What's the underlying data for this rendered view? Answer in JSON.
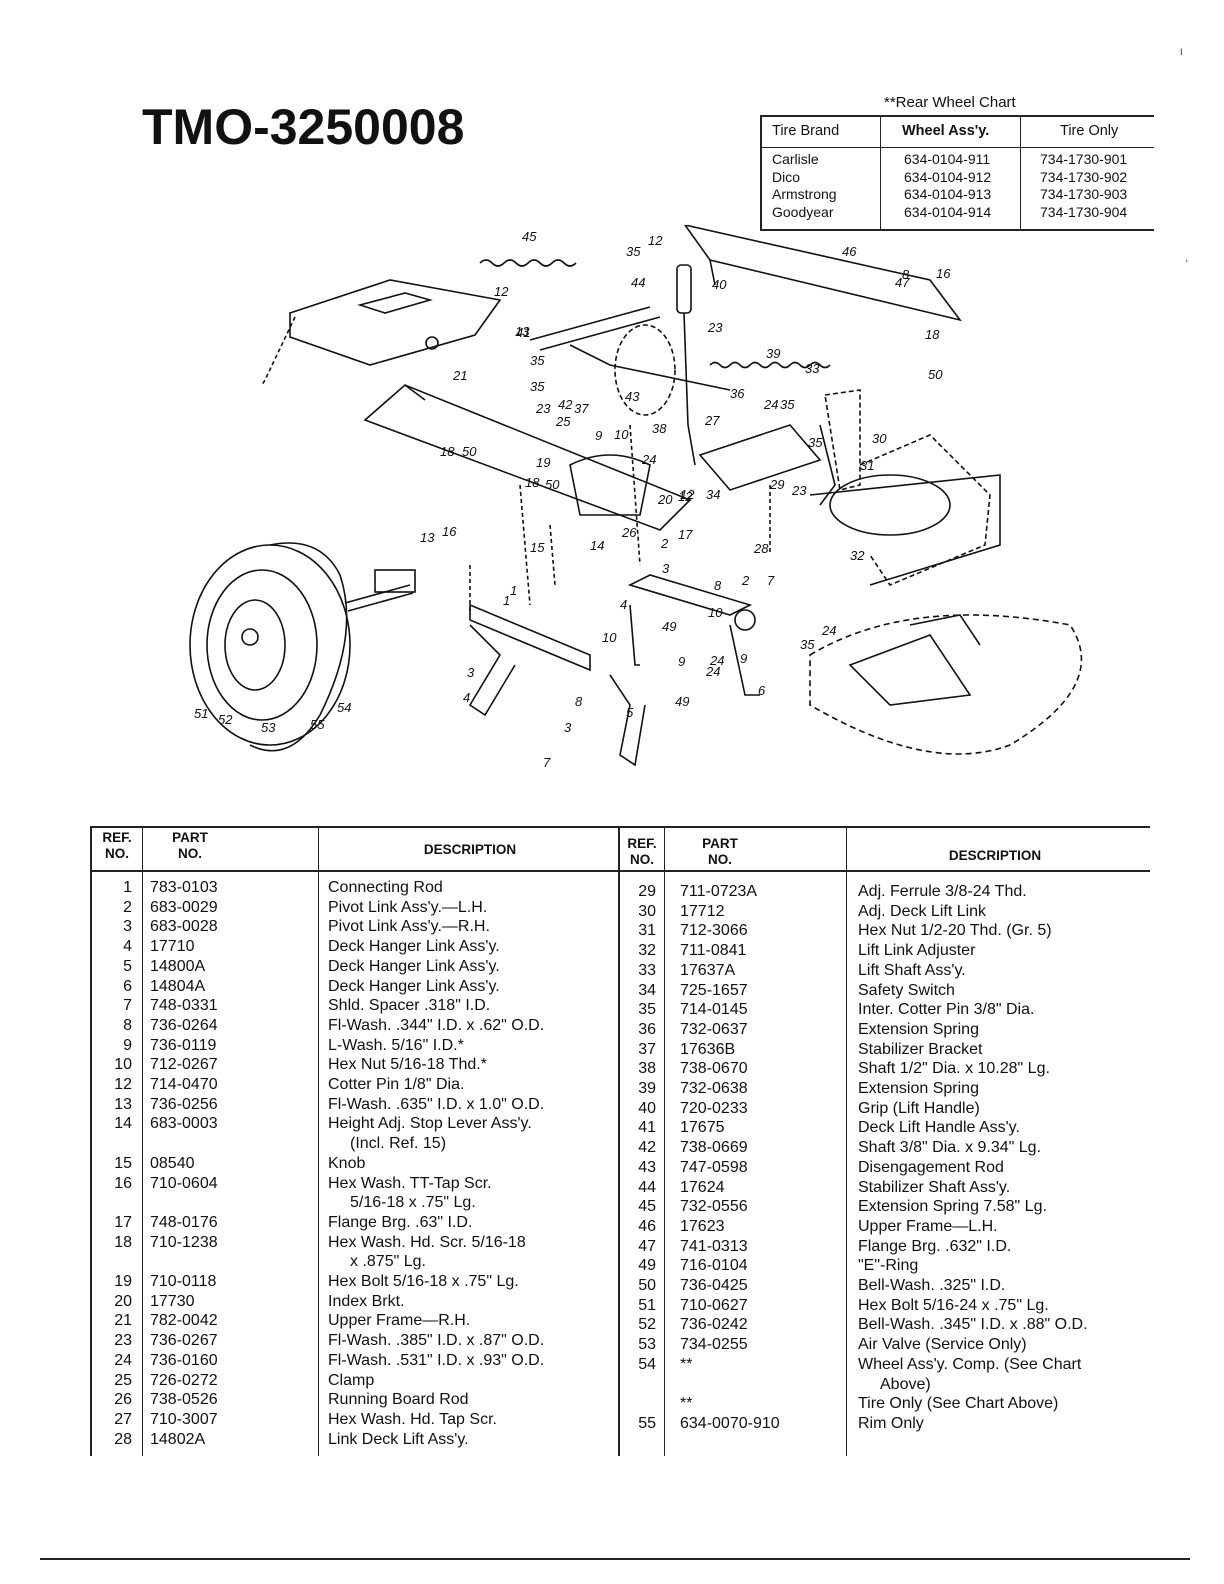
{
  "model_number": "TMO-3250008",
  "wheel_chart": {
    "title": "**Rear Wheel Chart",
    "headers": [
      "Tire Brand",
      "Wheel Ass'y.",
      "Tire Only"
    ],
    "rows": [
      {
        "brand": "Carlisle",
        "wheel": "634-0104-911",
        "tire": "734-1730-901"
      },
      {
        "brand": "Dico",
        "wheel": "634-0104-912",
        "tire": "734-1730-902"
      },
      {
        "brand": "Armstrong",
        "wheel": "634-0104-913",
        "tire": "734-1730-903"
      },
      {
        "brand": "Goodyear",
        "wheel": "634-0104-914",
        "tire": "734-1730-904"
      }
    ]
  },
  "diagram": {
    "callouts": [
      "45",
      "35",
      "12",
      "46",
      "8",
      "16",
      "47",
      "40",
      "44",
      "12",
      "13",
      "23",
      "41",
      "18",
      "50",
      "35",
      "39",
      "33",
      "35",
      "21",
      "43",
      "36",
      "24",
      "35",
      "23",
      "42",
      "37",
      "25",
      "9",
      "10",
      "38",
      "30",
      "27",
      "35",
      "18",
      "50",
      "24",
      "31",
      "19",
      "12",
      "34",
      "29",
      "23",
      "18",
      "50",
      "20",
      "12",
      "13",
      "16",
      "15",
      "26",
      "14",
      "17",
      "28",
      "32",
      "2",
      "3",
      "1",
      "8",
      "2",
      "7",
      "10",
      "4",
      "49",
      "35",
      "24",
      "9",
      "3",
      "10",
      "24",
      "9",
      "4",
      "1",
      "24",
      "6",
      "8",
      "5",
      "49",
      "3",
      "7",
      "51",
      "52",
      "53",
      "55",
      "54"
    ]
  },
  "parts_table": {
    "headers": {
      "ref_no": "REF.\nNO.",
      "part_no": "PART\nNO.",
      "description": "DESCRIPTION"
    },
    "left": [
      {
        "ref": "1",
        "part": "783-0103",
        "desc": "Connecting Rod"
      },
      {
        "ref": "2",
        "part": "683-0029",
        "desc": "Pivot Link Ass'y.—L.H."
      },
      {
        "ref": "3",
        "part": "683-0028",
        "desc": "Pivot Link Ass'y.—R.H."
      },
      {
        "ref": "4",
        "part": "17710",
        "desc": "Deck Hanger Link Ass'y."
      },
      {
        "ref": "5",
        "part": "14800A",
        "desc": "Deck Hanger Link Ass'y."
      },
      {
        "ref": "6",
        "part": "14804A",
        "desc": "Deck Hanger Link Ass'y."
      },
      {
        "ref": "7",
        "part": "748-0331",
        "desc": "Shld. Spacer .318\" I.D."
      },
      {
        "ref": "8",
        "part": "736-0264",
        "desc": "Fl-Wash. .344\" I.D. x .62\" O.D."
      },
      {
        "ref": "9",
        "part": "736-0119",
        "desc": "L-Wash. 5/16\" I.D.*"
      },
      {
        "ref": "10",
        "part": "712-0267",
        "desc": "Hex Nut 5/16-18 Thd.*"
      },
      {
        "ref": "12",
        "part": "714-0470",
        "desc": "Cotter Pin 1/8\" Dia."
      },
      {
        "ref": "13",
        "part": "736-0256",
        "desc": "Fl-Wash. .635\" I.D. x 1.0\" O.D."
      },
      {
        "ref": "14",
        "part": "683-0003",
        "desc": "Height Adj. Stop Lever Ass'y."
      },
      {
        "ref": "",
        "part": "",
        "desc": "(Incl. Ref. 15)",
        "indent": true
      },
      {
        "ref": "15",
        "part": "08540",
        "desc": "Knob"
      },
      {
        "ref": "16",
        "part": "710-0604",
        "desc": "Hex Wash. TT-Tap Scr."
      },
      {
        "ref": "",
        "part": "",
        "desc": "5/16-18 x .75\" Lg.",
        "indent": true
      },
      {
        "ref": "17",
        "part": "748-0176",
        "desc": "Flange Brg. .63\" I.D."
      },
      {
        "ref": "18",
        "part": "710-1238",
        "desc": "Hex Wash. Hd. Scr. 5/16-18"
      },
      {
        "ref": "",
        "part": "",
        "desc": "x .875\" Lg.",
        "indent": true
      },
      {
        "ref": "19",
        "part": "710-0118",
        "desc": "Hex Bolt 5/16-18 x .75\" Lg."
      },
      {
        "ref": "20",
        "part": "17730",
        "desc": "Index Brkt."
      },
      {
        "ref": "21",
        "part": "782-0042",
        "desc": "Upper Frame—R.H."
      },
      {
        "ref": "23",
        "part": "736-0267",
        "desc": "Fl-Wash. .385\" I.D. x .87\" O.D."
      },
      {
        "ref": "24",
        "part": "736-0160",
        "desc": "Fl-Wash. .531\" I.D. x .93\" O.D."
      },
      {
        "ref": "25",
        "part": "726-0272",
        "desc": "Clamp"
      },
      {
        "ref": "26",
        "part": "738-0526",
        "desc": "Running Board Rod"
      },
      {
        "ref": "27",
        "part": "710-3007",
        "desc": "Hex Wash. Hd. Tap Scr."
      },
      {
        "ref": "28",
        "part": "14802A",
        "desc": "Link Deck Lift Ass'y."
      }
    ],
    "right": [
      {
        "ref": "29",
        "part": "711-0723A",
        "desc": "Adj. Ferrule 3/8-24 Thd."
      },
      {
        "ref": "30",
        "part": "17712",
        "desc": "Adj. Deck Lift Link"
      },
      {
        "ref": "31",
        "part": "712-3066",
        "desc": "Hex Nut 1/2-20 Thd. (Gr. 5)"
      },
      {
        "ref": "32",
        "part": "711-0841",
        "desc": "Lift Link Adjuster"
      },
      {
        "ref": "33",
        "part": "17637A",
        "desc": "Lift Shaft Ass'y."
      },
      {
        "ref": "34",
        "part": "725-1657",
        "desc": "Safety Switch"
      },
      {
        "ref": "35",
        "part": "714-0145",
        "desc": "Inter. Cotter Pin 3/8\" Dia."
      },
      {
        "ref": "36",
        "part": "732-0637",
        "desc": "Extension Spring"
      },
      {
        "ref": "37",
        "part": "17636B",
        "desc": "Stabilizer Bracket"
      },
      {
        "ref": "38",
        "part": "738-0670",
        "desc": "Shaft 1/2\" Dia. x 10.28\" Lg."
      },
      {
        "ref": "39",
        "part": "732-0638",
        "desc": "Extension Spring"
      },
      {
        "ref": "40",
        "part": "720-0233",
        "desc": "Grip (Lift Handle)"
      },
      {
        "ref": "41",
        "part": "17675",
        "desc": "Deck Lift Handle Ass'y."
      },
      {
        "ref": "42",
        "part": "738-0669",
        "desc": "Shaft 3/8\" Dia. x 9.34\" Lg."
      },
      {
        "ref": "43",
        "part": "747-0598",
        "desc": "Disengagement Rod"
      },
      {
        "ref": "44",
        "part": "17624",
        "desc": "Stabilizer Shaft Ass'y."
      },
      {
        "ref": "45",
        "part": "732-0556",
        "desc": "Extension Spring 7.58\" Lg."
      },
      {
        "ref": "46",
        "part": "17623",
        "desc": "Upper Frame—L.H."
      },
      {
        "ref": "47",
        "part": "741-0313",
        "desc": "Flange Brg. .632\" I.D."
      },
      {
        "ref": "49",
        "part": "716-0104",
        "desc": "\"E\"-Ring"
      },
      {
        "ref": "50",
        "part": "736-0425",
        "desc": "Bell-Wash. .325\" I.D."
      },
      {
        "ref": "51",
        "part": "710-0627",
        "desc": "Hex Bolt 5/16-24 x .75\" Lg."
      },
      {
        "ref": "52",
        "part": "736-0242",
        "desc": "Bell-Wash. .345\" I.D. x .88\" O.D."
      },
      {
        "ref": "53",
        "part": "734-0255",
        "desc": "Air Valve (Service Only)"
      },
      {
        "ref": "54",
        "part": "**",
        "desc": "Wheel Ass'y. Comp. (See Chart"
      },
      {
        "ref": "",
        "part": "",
        "desc": "Above)",
        "indent": true
      },
      {
        "ref": "",
        "part": "**",
        "desc": "Tire Only (See Chart Above)"
      },
      {
        "ref": "55",
        "part": "634-0070-910",
        "desc": "Rim Only"
      }
    ]
  }
}
